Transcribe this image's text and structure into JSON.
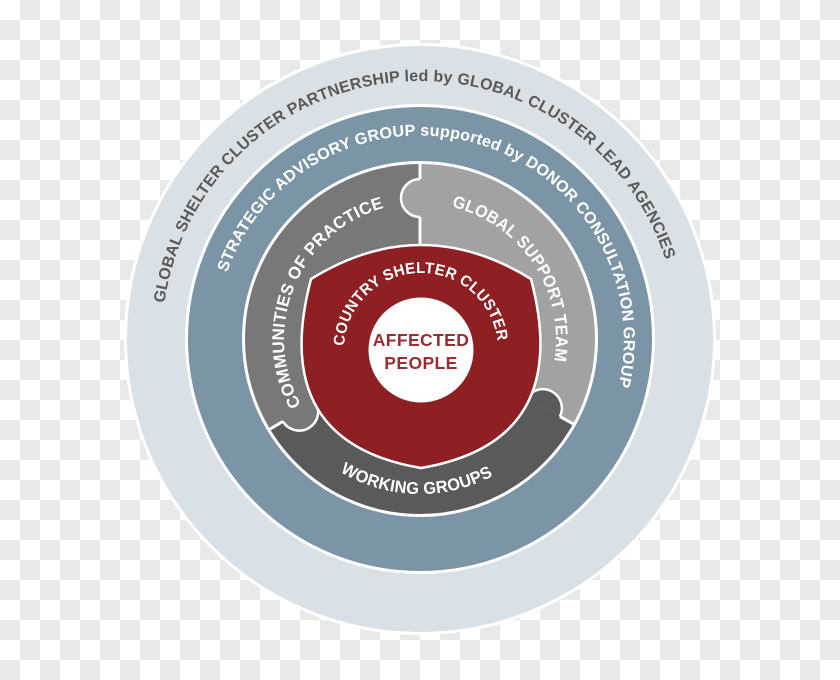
{
  "background": {
    "checker_light": "#ffffff",
    "checker_dark": "#e9e9e9"
  },
  "diagram": {
    "outer_ring": {
      "label": "GLOBAL SHELTER CLUSTER PARTNERSHIP led by GLOBAL CLUSTER LEAD AGENCIES",
      "fill": "#dae1e6",
      "text_color": "#58595b"
    },
    "advisory_ring": {
      "label": "STRATEGIC ADVISORY GROUP supported by DONOR CONSULTATION GROUP",
      "fill": "#7b95a6",
      "text_color": "#ffffff"
    },
    "segments": {
      "communities": {
        "label": "COMMUNITIES OF PRACTICE",
        "fill": "#787878"
      },
      "support": {
        "label": "GLOBAL SUPPORT TEAM",
        "fill": "#a2a2a2"
      },
      "working": {
        "label": "WORKING GROUPS",
        "fill": "#5a5a5a"
      }
    },
    "country_ring": {
      "label": "COUNTRY SHELTER CLUSTER",
      "fill": "#8e2023",
      "text_color": "#ffffff"
    },
    "center_circle": {
      "line1": "AFFECTED",
      "line2": "PEOPLE",
      "fill": "#ffffff",
      "text_color": "#9b2d2e"
    }
  }
}
